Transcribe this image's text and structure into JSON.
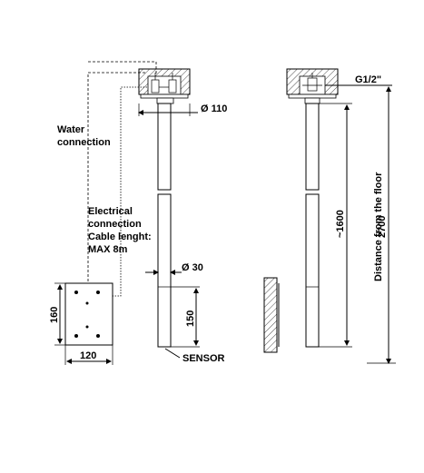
{
  "labels": {
    "water_line1": "Water",
    "water_line2": "connection",
    "elec_line1": "Electrical",
    "elec_line2": "connection",
    "elec_line3": "Cable lenght:",
    "elec_line4": "MAX 8m",
    "sensor": "SENSOR",
    "thread": "G1/2\"",
    "distance_floor": "Distance from the floor"
  },
  "dimensions": {
    "head_diameter": "Ø 110",
    "pipe_diameter": "Ø 30",
    "sensor_height": "150",
    "box_height": "160",
    "box_width": "120",
    "pipe_length": "~1600",
    "floor_distance": "2700"
  }
}
